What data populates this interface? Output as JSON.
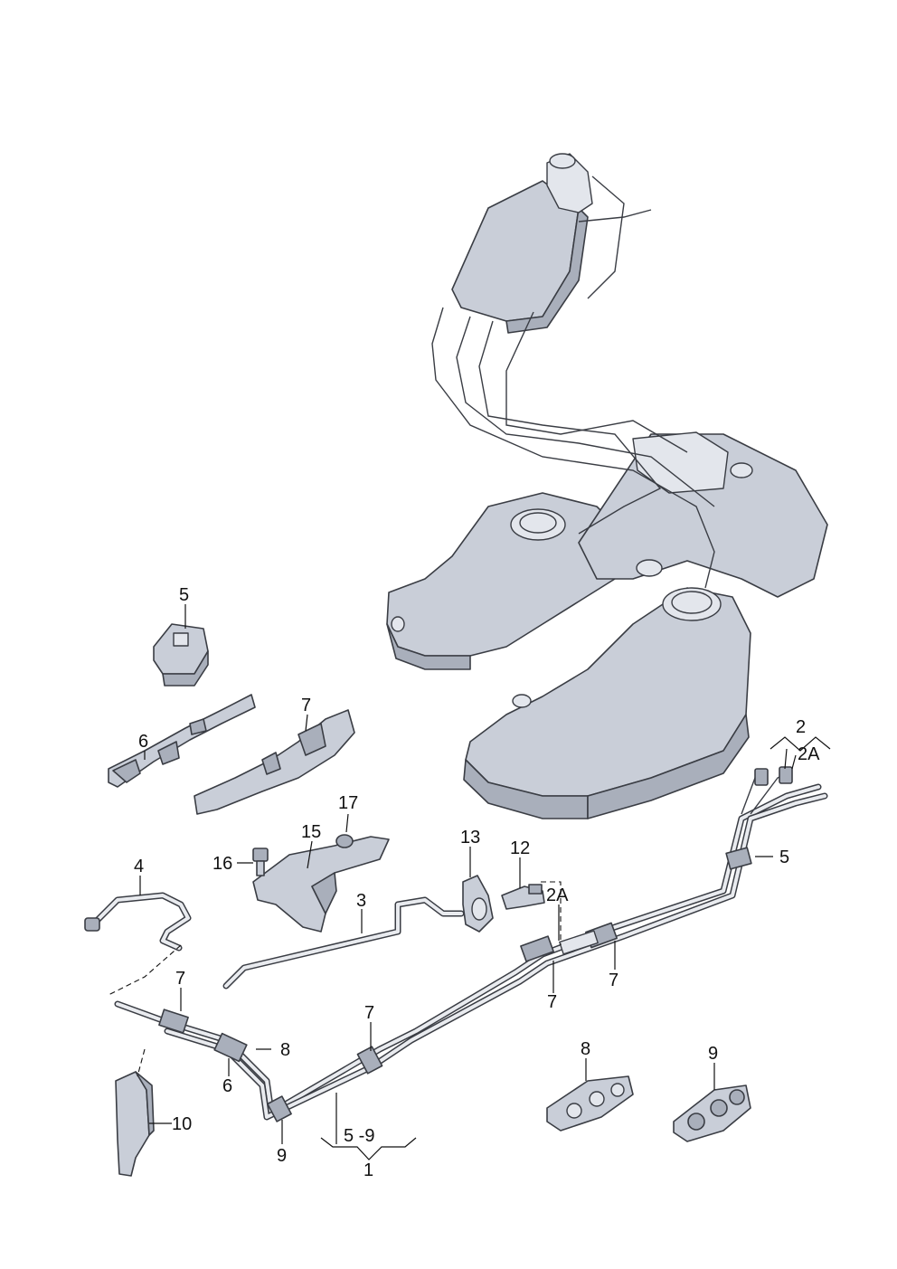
{
  "callouts": {
    "c5_top": "5",
    "c6_clip": "6",
    "c7_clip": "7",
    "c17": "17",
    "c15": "15",
    "c16": "16",
    "c13": "13",
    "c12": "12",
    "c2": "2",
    "c2A_top": "2A",
    "c5_right": "5",
    "c4": "4",
    "c3": "3",
    "c2A_mid": "2A",
    "c7_mid_a": "7",
    "c7_mid_b": "7",
    "c7_left": "7",
    "c8_left": "8",
    "c6_left": "6",
    "c7_bottom": "7",
    "c10": "10",
    "c9_left": "9",
    "c5_9": "5 -9",
    "c1": "1",
    "c8_bottom": "8",
    "c9_bottom": "9"
  },
  "colors": {
    "part_fill": "#c9ced8",
    "outline": "#3a3d44",
    "text": "#111111"
  }
}
